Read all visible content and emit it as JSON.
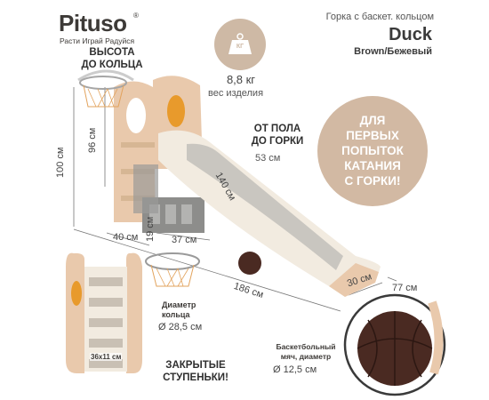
{
  "brand": {
    "logo": "Pituso",
    "registered": "®",
    "slogan": "Расти Играй Радуйся"
  },
  "product": {
    "subtitle": "Горка с баскет. кольцом",
    "model": "Duck",
    "colorway": "Brown/Бежевый"
  },
  "weight": {
    "badge": "КГ",
    "value": "8,8 кг",
    "label": "вес изделия"
  },
  "callouts": {
    "hoop_height_line1": "ВЫСОТА",
    "hoop_height_line2": "ДО КОЛЬЦА",
    "floor_line1": "ОТ ПОЛА",
    "floor_line2": "ДО ГОРКИ",
    "floor_value": "53 см",
    "promo_line1": "ДЛЯ",
    "promo_line2": "ПЕРВЫХ",
    "promo_line3": "ПОПЫТОК",
    "promo_line4": "КАТАНИЯ",
    "promo_line5": "С ГОРКИ!",
    "closed_steps_line1": "ЗАКРЫТЫЕ",
    "closed_steps_line2": "СТУПЕНЬКИ!",
    "hoop_diameter_line1": "Диаметр",
    "hoop_diameter_line2": "кольца",
    "hoop_diameter_value": "Ø 28,5 см",
    "ball_line1": "Баскетбольный",
    "ball_line2": "мяч, диаметр",
    "ball_value": "Ø 12,5 см",
    "step_size": "36x11 см"
  },
  "dimensions": {
    "height_total": "100 см",
    "height_hoop": "96 см",
    "base_depth": "40 см",
    "step_height": "19 см",
    "step_width": "37 см",
    "slide_length": "140 см",
    "total_length": "186 см",
    "slide_width": "30 см",
    "total_width": "77 см"
  },
  "colors": {
    "peach": "#e9c9ac",
    "cream": "#f2ebe0",
    "grey": "#8d8d8b",
    "promo": "#d2b9a3",
    "ball": "#4a2a22",
    "orange": "#e89a2c"
  }
}
